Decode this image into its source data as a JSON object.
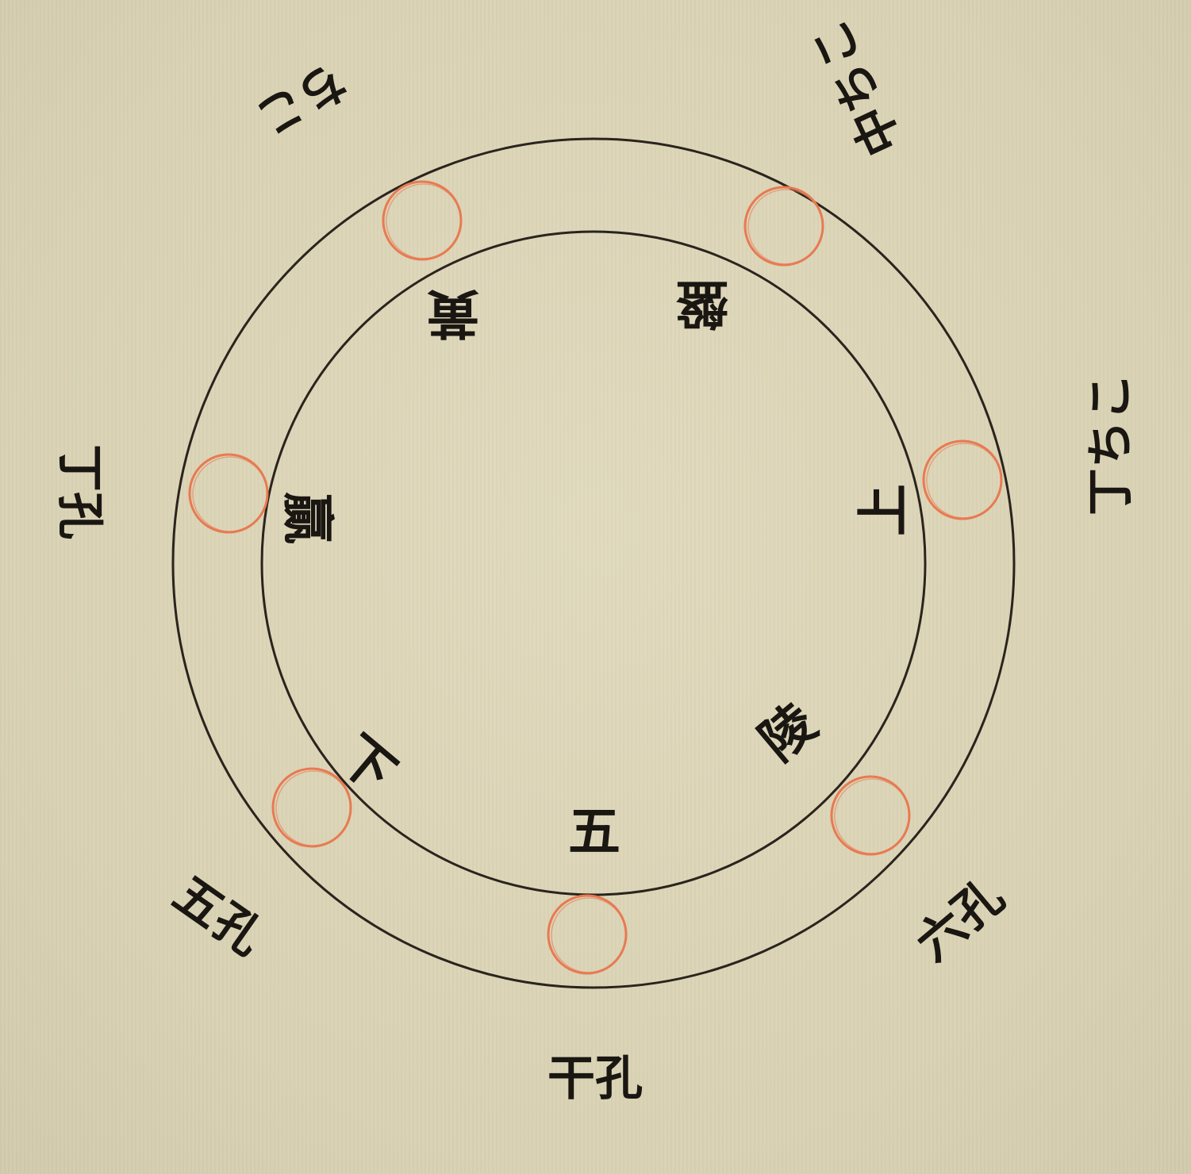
{
  "colors": {
    "paper": "#ddd6b9",
    "ink": "#1a1612",
    "hole_ring": "#e87a52"
  },
  "diagram": {
    "inner_labels": {
      "pan": "盤",
      "huang": "黃",
      "ying": "贏",
      "shang": "上",
      "xia": "下",
      "wu": "五",
      "ling": "陵"
    },
    "outer_labels": {
      "top_left": "ちこ",
      "top_right": "中ちこ",
      "left": "丁孔",
      "right": "丁ちこ",
      "bottom_left": "五孔",
      "bottom": "干孔",
      "bottom_right": "六孔"
    },
    "holes": [
      {
        "name": "hole-1"
      },
      {
        "name": "hole-2"
      },
      {
        "name": "hole-3"
      },
      {
        "name": "hole-4"
      },
      {
        "name": "hole-5"
      },
      {
        "name": "hole-6"
      },
      {
        "name": "hole-7"
      }
    ]
  }
}
